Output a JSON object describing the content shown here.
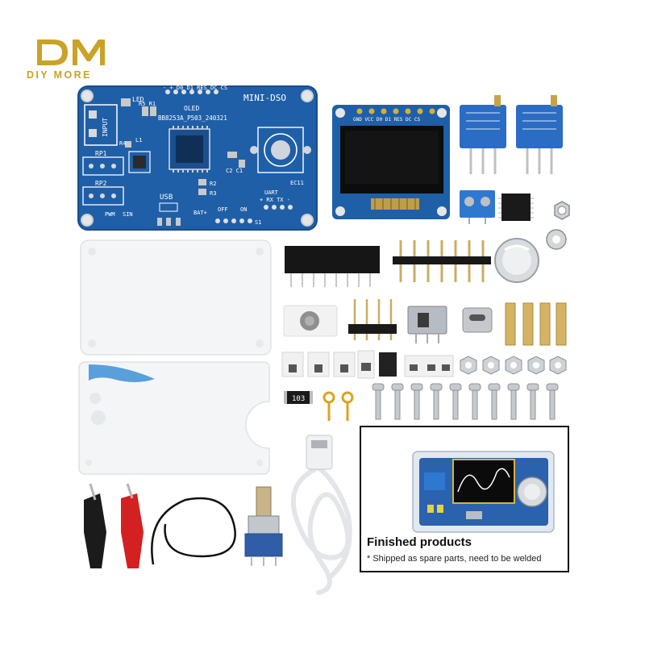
{
  "brand": {
    "logo": "DM",
    "name": "DIY MORE",
    "color": "#c9a227"
  },
  "pcb": {
    "color": "#1f5fa8",
    "labels": {
      "led": "LED",
      "r5r1": "R5 R1",
      "oled": "OLED",
      "pins": "- + D0 D1 RES DC CS",
      "title": "MINI-DSO",
      "part": "BB8253A_P503_240321",
      "input": "INPUT",
      "rp1": "RP1",
      "rp2": "RP2",
      "r4": "R4",
      "l1": "L1",
      "c2c1": "C2 C1",
      "r2": "R2",
      "r3": "R3",
      "ec11": "EC11",
      "uart": "UART",
      "rxtx": "+ RX TX -",
      "usb": "USB",
      "pwm": "PWM",
      "sin": "SIN",
      "bat": "BAT+",
      "off": "OFF",
      "on": "ON",
      "s1": "S1"
    }
  },
  "oled": {
    "pins": "GND VCC D0 D1 RES DC CS"
  },
  "resistor": {
    "code": "103"
  },
  "inset": {
    "title": "Finished products",
    "note": "* Shipped as spare parts, need to be welded"
  }
}
